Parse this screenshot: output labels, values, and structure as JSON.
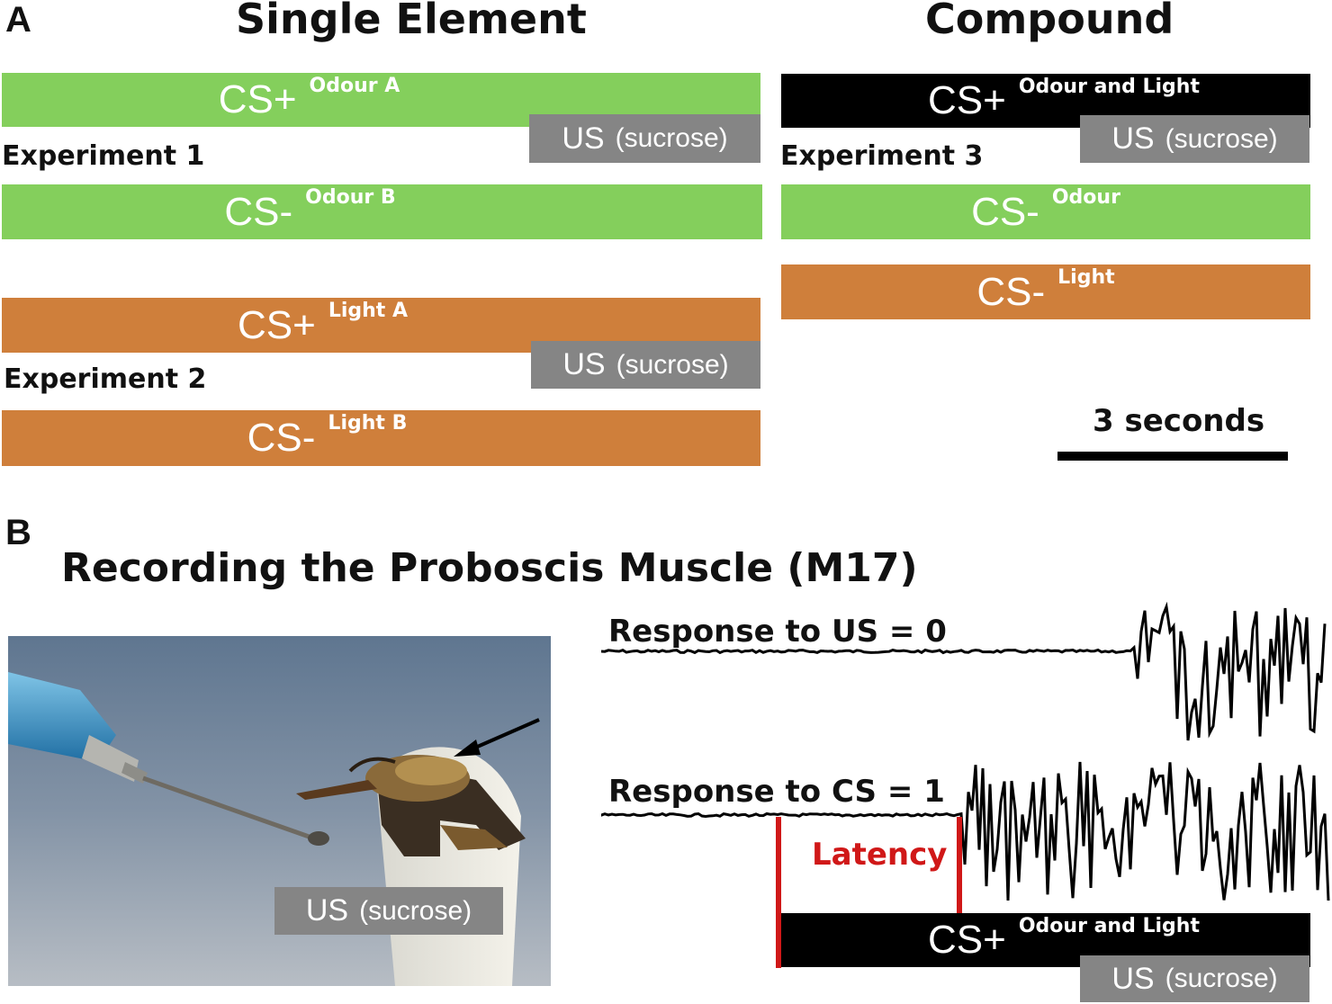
{
  "panel_a": {
    "letter": "A",
    "single_heading": "Single Element",
    "compound_heading": "Compound",
    "experiments": {
      "exp1": "Experiment 1",
      "exp2": "Experiment 2",
      "exp3": "Experiment 3"
    },
    "bars": {
      "exp1_csplus": {
        "main": "CS+",
        "sup": "Odour A"
      },
      "exp1_csminus": {
        "main": "CS-",
        "sup": "Odour B"
      },
      "exp2_csplus": {
        "main": "CS+",
        "sup": "Light A"
      },
      "exp2_csminus": {
        "main": "CS-",
        "sup": "Light B"
      },
      "exp3_csplus": {
        "main": "CS+",
        "sup": "Odour and Light"
      },
      "exp3_csminus_odour": {
        "main": "CS-",
        "sup": "Odour"
      },
      "exp3_csminus_light": {
        "main": "CS-",
        "sup": "Light"
      }
    },
    "us": {
      "main": "US",
      "sub": "(sucrose)"
    },
    "scale_label": "3 seconds"
  },
  "panel_b": {
    "letter": "B",
    "title": "Recording the Proboscis Muscle (M17)",
    "photo_us": {
      "main": "US",
      "sub": "(sucrose)"
    },
    "trace1_label": "Response to US = 0",
    "trace2_label": "Response to CS = 1",
    "latency_label": "Latency",
    "bar_cs": {
      "main": "CS+",
      "sup": "Odour and Light"
    },
    "bar_us": {
      "main": "US",
      "sub": "(sucrose)"
    }
  },
  "colors": {
    "odour": "#84cf5c",
    "light": "#cf7f3b",
    "compound": "#000000",
    "us": "#858585",
    "latency": "#d01818"
  }
}
